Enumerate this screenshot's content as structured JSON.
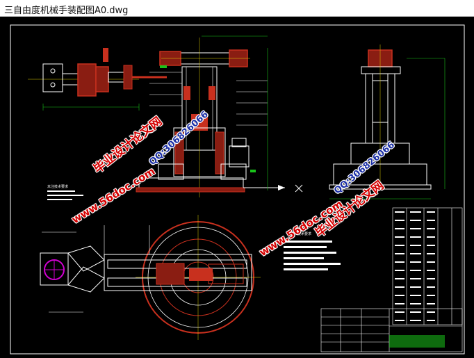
{
  "window": {
    "title": "三自由度机械手装配图A0.dwg"
  },
  "drawing": {
    "title_block_label": "技术要求",
    "notes_label": "未注技术要求"
  },
  "watermarks": {
    "site_cn": "毕业设计论文网",
    "url": "www.56doc.com",
    "qq": "QQ:306826066"
  },
  "colors": {
    "background": "#000000",
    "red_part": "#c8301e",
    "white_line": "#ffffff",
    "green_dim": "#19c31a",
    "yellow_center": "#e0d000",
    "magenta": "#d000d0"
  },
  "icons": {
    "crosshair": "crosshair-icon",
    "ucs": "ucs-axis-icon"
  }
}
